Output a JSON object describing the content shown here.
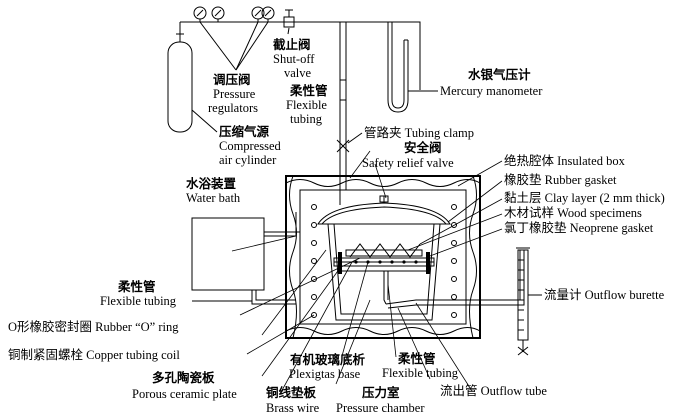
{
  "labels": {
    "pressure_regulators_zh": "调压阀",
    "pressure_regulators_en_1": "Pressure",
    "pressure_regulators_en_2": "regulators",
    "shutoff_valve_zh": "截止阀",
    "shutoff_valve_en_1": "Shut-off",
    "shutoff_valve_en_2": "valve",
    "flexible_tubing_top_zh": "柔性管",
    "flexible_tubing_top_en_1": "Flexible",
    "flexible_tubing_top_en_2": "tubing",
    "mercury_manometer_zh": "水银气压计",
    "mercury_manometer_en": "Mercury manometer",
    "compressed_air_zh": "压缩气源",
    "compressed_air_en_1": "Compressed",
    "compressed_air_en_2": "air cylinder",
    "tubing_clamp": "管路夹 Tubing clamp",
    "safety_valve_zh": "安全阀",
    "safety_valve_en": "Safety relief valve",
    "water_bath_zh": "水浴装置",
    "water_bath_en": "Water bath",
    "insulated_box": "绝热腔体 Insulated box",
    "rubber_gasket": "橡胶垫 Rubber gasket",
    "clay_layer": "黏土层 Clay layer (2 mm thick)",
    "wood_specimens": "木材试样 Wood specimens",
    "neoprene_gasket": "氯丁橡胶垫 Neoprene gasket",
    "flexible_tubing_left_zh": "柔性管",
    "flexible_tubing_left_en": "Flexible tubing",
    "outflow_burette": "流量计 Outflow burette",
    "rubber_o_ring": "O形橡胶密封圈 Rubber “O” ring",
    "copper_coil": "铜制紧固螺栓 Copper tubing coil",
    "porous_plate_zh": "多孔陶瓷板",
    "porous_plate_en": "Porous ceramic plate",
    "plexiglas_zh": "有机玻璃底析",
    "plexiglas_en": "Plexigtas base",
    "flexible_tubing_bottom_zh": "柔性管",
    "flexible_tubing_bottom_en": "Flexible tubing",
    "brass_wire_zh": "铜线垫板",
    "brass_wire_en": "Brass wire",
    "pressure_chamber_zh": "压力室",
    "pressure_chamber_en": "Pressure chamber",
    "outflow_tube": "流出管 Outflow tube"
  }
}
